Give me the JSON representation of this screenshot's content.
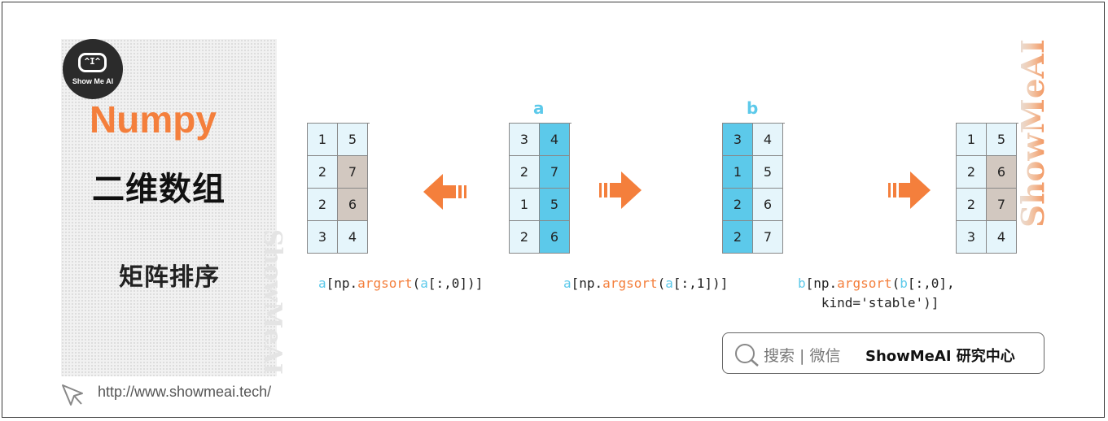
{
  "logo": {
    "face_text": "^I^",
    "name": "Show Me AI"
  },
  "title": "Numpy",
  "subtitle": "二维数组",
  "topic": "矩阵排序",
  "side_watermark": "ShowMeAI",
  "site_url": "http://www.showmeai.tech/",
  "brand_vertical": "ShowMeAI",
  "arrays": [
    {
      "id": "result-a-col0",
      "label": "",
      "rows": [
        [
          "1",
          "5"
        ],
        [
          "2",
          "7"
        ],
        [
          "2",
          "6"
        ],
        [
          "3",
          "4"
        ]
      ],
      "key_col": -1,
      "moved": [
        [
          1,
          1
        ],
        [
          2,
          1
        ]
      ]
    },
    {
      "id": "a",
      "label": "a",
      "rows": [
        [
          "3",
          "4"
        ],
        [
          "2",
          "7"
        ],
        [
          "1",
          "5"
        ],
        [
          "2",
          "6"
        ]
      ],
      "key_col": 1,
      "moved": []
    },
    {
      "id": "b",
      "label": "b",
      "rows": [
        [
          "3",
          "4"
        ],
        [
          "1",
          "5"
        ],
        [
          "2",
          "6"
        ],
        [
          "2",
          "7"
        ]
      ],
      "key_col": 0,
      "moved": []
    },
    {
      "id": "result-b-col0",
      "label": "",
      "rows": [
        [
          "1",
          "5"
        ],
        [
          "2",
          "6"
        ],
        [
          "2",
          "7"
        ],
        [
          "3",
          "4"
        ]
      ],
      "key_col": -1,
      "moved": [
        [
          1,
          1
        ],
        [
          2,
          1
        ]
      ]
    }
  ],
  "captions": [
    {
      "id": "caption-a-col0",
      "lines": [
        [
          {
            "t": "a",
            "k": "var"
          },
          {
            "t": "[np.",
            "k": "plain"
          },
          {
            "t": "argsort",
            "k": "fn"
          },
          {
            "t": "(",
            "k": "plain"
          },
          {
            "t": "a",
            "k": "var"
          },
          {
            "t": "[:,0])]",
            "k": "plain"
          }
        ]
      ]
    },
    {
      "id": "caption-a-col1",
      "lines": [
        [
          {
            "t": "a",
            "k": "var"
          },
          {
            "t": "[np.",
            "k": "plain"
          },
          {
            "t": "argsort",
            "k": "fn"
          },
          {
            "t": "(",
            "k": "plain"
          },
          {
            "t": "a",
            "k": "var"
          },
          {
            "t": "[:,1])]",
            "k": "plain"
          }
        ]
      ]
    },
    {
      "id": "caption-b-stable",
      "lines": [
        [
          {
            "t": "b",
            "k": "var"
          },
          {
            "t": "[np.",
            "k": "plain"
          },
          {
            "t": "argsort",
            "k": "fn"
          },
          {
            "t": "(",
            "k": "plain"
          },
          {
            "t": "b",
            "k": "var"
          },
          {
            "t": "[:,0],",
            "k": "plain"
          }
        ],
        [
          {
            "t": "   kind='stable')]",
            "k": "plain"
          }
        ]
      ]
    }
  ],
  "search": {
    "hint": "搜索 | 微信",
    "brand": "ShowMeAI 研究中心"
  },
  "colors": {
    "orange": "#f47f3c",
    "key_blue": "#5cc9ea",
    "cell_light": "#e5f5fb",
    "moved": "#d2c8c0"
  },
  "icons": [
    "cursor-icon",
    "search-icon",
    "arrow-left-icon",
    "arrow-right-icon"
  ]
}
